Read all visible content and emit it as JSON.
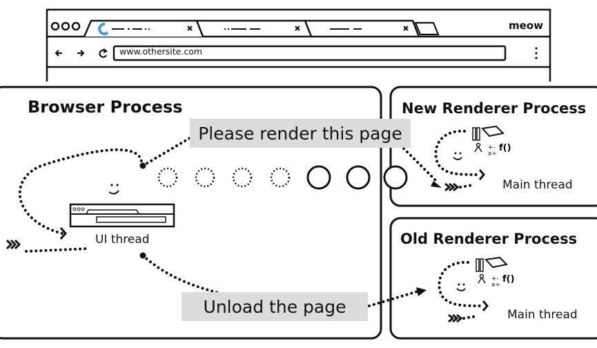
{
  "browser_window": {
    "url": "www.othersite.com",
    "profile_label": "meow",
    "icons": [
      "window-controls-icon",
      "loading-spinner-icon",
      "close-tab-icon",
      "new-tab-icon",
      "back-icon",
      "forward-icon",
      "reload-icon",
      "menu-kebab-icon"
    ],
    "accent_color": "#3d9be9"
  },
  "browser_process": {
    "title": "Browser Process",
    "thread_label": "UI thread",
    "callout_render": "Please render this page",
    "callout_unload": "Unload the page"
  },
  "new_renderer": {
    "title": "New Renderer Process",
    "thread_label": "Main thread"
  },
  "old_renderer": {
    "title": "Old Renderer Process",
    "thread_label": "Main thread"
  },
  "callout_bg": "#dcdcdc"
}
